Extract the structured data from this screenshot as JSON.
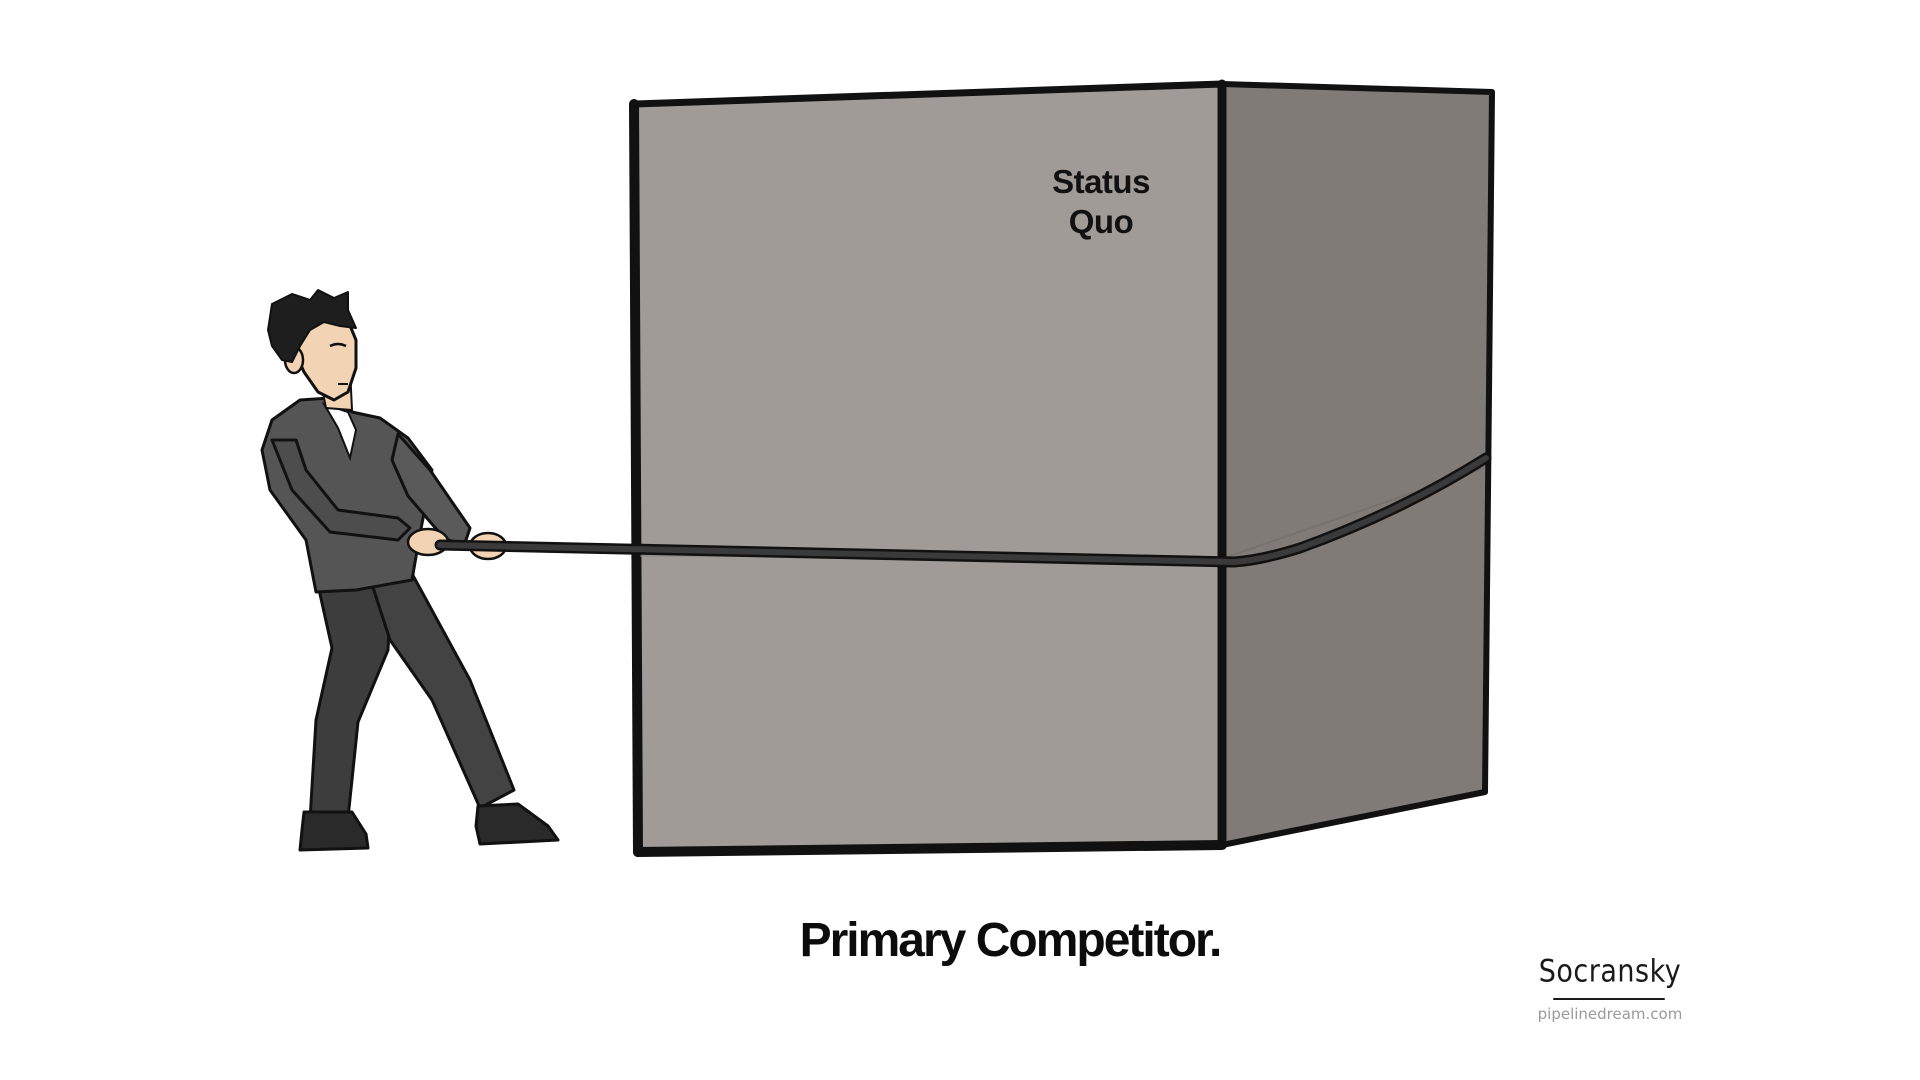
{
  "box": {
    "label_line1": "Status",
    "label_line2": "Quo"
  },
  "caption": "Primary Competitor.",
  "signature": {
    "name": "Socransky",
    "website": "pipelinedream.com"
  },
  "colors": {
    "background": "#ffffff",
    "box_front": "#a09b97",
    "box_side": "#807b77",
    "outline": "#111111",
    "rope": "#2e2e2e",
    "sweater": "#555555",
    "pants": "#3d3d3d",
    "skin": "#f2d3b4",
    "hair": "#1e1e1e"
  }
}
